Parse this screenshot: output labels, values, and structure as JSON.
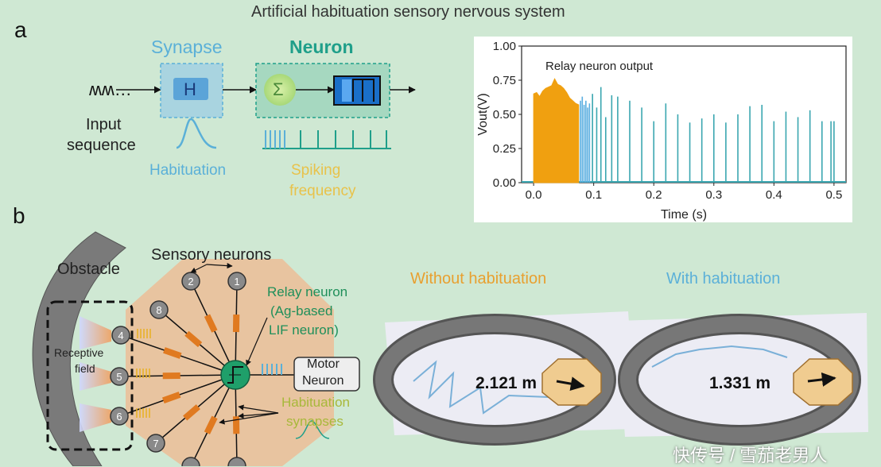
{
  "title": "Artificial habituation sensory nervous system",
  "panel_a": {
    "letter": "a",
    "synapse_label": "Synapse",
    "synapse_glyph": "H",
    "neuron_label": "Neuron",
    "sum_glyph": "Σ",
    "input_glyph": "ʍʍ…",
    "input_label_1": "Input",
    "input_label_2": "sequence",
    "habituation_label": "Habituation",
    "spiking_label_1": "Spiking",
    "spiking_label_2": "frequency",
    "colors": {
      "synapse": "#5bb0d8",
      "neuron": "#1f9f8a",
      "habituation": "#5bb0d8",
      "spiking": "#e8c24a"
    }
  },
  "panel_b": {
    "letter": "b",
    "obstacle_label": "Obstacle",
    "sensory_label": "Sensory neurons",
    "receptive_label_1": "Receptive",
    "receptive_label_2": "field",
    "relay_label_1": "Relay neuron",
    "relay_label_2": "(Ag-based",
    "relay_label_3": "LIF neuron)",
    "motor_label_1": "Motor",
    "motor_label_2": "Neuron",
    "hab_syn_label_1": "Habituation",
    "hab_syn_label_2": "synapses",
    "sensor_numbers": [
      "1",
      "2",
      "8",
      "4",
      "5",
      "6",
      "7"
    ],
    "without_label": "Without habituation",
    "with_label": "With habituation",
    "distance_without": "2.121 m",
    "distance_with": "1.331 m",
    "colors": {
      "without": "#e8a030",
      "with": "#5bb0d8",
      "octagon": "#e8c4a0",
      "synapse_bar": "#e07a20"
    }
  },
  "watermark": "快传号 / 雪茄老男人",
  "chart_data": {
    "type": "bar",
    "title": "Relay neuron output",
    "xlabel": "Time (s)",
    "ylabel": "Vout(V)",
    "xlim": [
      -0.02,
      0.52
    ],
    "ylim": [
      0,
      1.0
    ],
    "xticks": [
      "0.0",
      "0.1",
      "0.2",
      "0.3",
      "0.4",
      "0.5"
    ],
    "yticks": [
      "0.00",
      "0.25",
      "0.50",
      "0.75",
      "1.00"
    ],
    "series": [
      {
        "color": "#f0a010",
        "kind": "area",
        "x": [
          0.0,
          0.005,
          0.01,
          0.015,
          0.02,
          0.025,
          0.03,
          0.035,
          0.04,
          0.045,
          0.05,
          0.055,
          0.06,
          0.065,
          0.07,
          0.075
        ],
        "values": [
          0.65,
          0.66,
          0.63,
          0.67,
          0.69,
          0.7,
          0.71,
          0.76,
          0.72,
          0.71,
          0.69,
          0.66,
          0.62,
          0.6,
          0.58,
          0.57
        ]
      },
      {
        "color": "#5aaee0",
        "kind": "spikes",
        "x": [
          0.078,
          0.081,
          0.084,
          0.087,
          0.09,
          0.093
        ],
        "values": [
          0.6,
          0.63,
          0.57,
          0.6,
          0.55,
          0.58
        ]
      },
      {
        "color": "#3aa6b0",
        "kind": "spikes",
        "x": [
          0.098,
          0.105,
          0.112,
          0.12,
          0.13,
          0.14,
          0.16,
          0.18,
          0.2,
          0.22,
          0.24,
          0.26,
          0.28,
          0.3,
          0.32,
          0.34,
          0.36,
          0.38,
          0.4,
          0.42,
          0.44,
          0.46,
          0.48,
          0.495,
          0.5
        ],
        "values": [
          0.65,
          0.55,
          0.7,
          0.48,
          0.64,
          0.63,
          0.6,
          0.55,
          0.45,
          0.58,
          0.5,
          0.44,
          0.47,
          0.5,
          0.44,
          0.5,
          0.56,
          0.57,
          0.45,
          0.52,
          0.48,
          0.53,
          0.45,
          0.45,
          0.45
        ]
      }
    ]
  }
}
